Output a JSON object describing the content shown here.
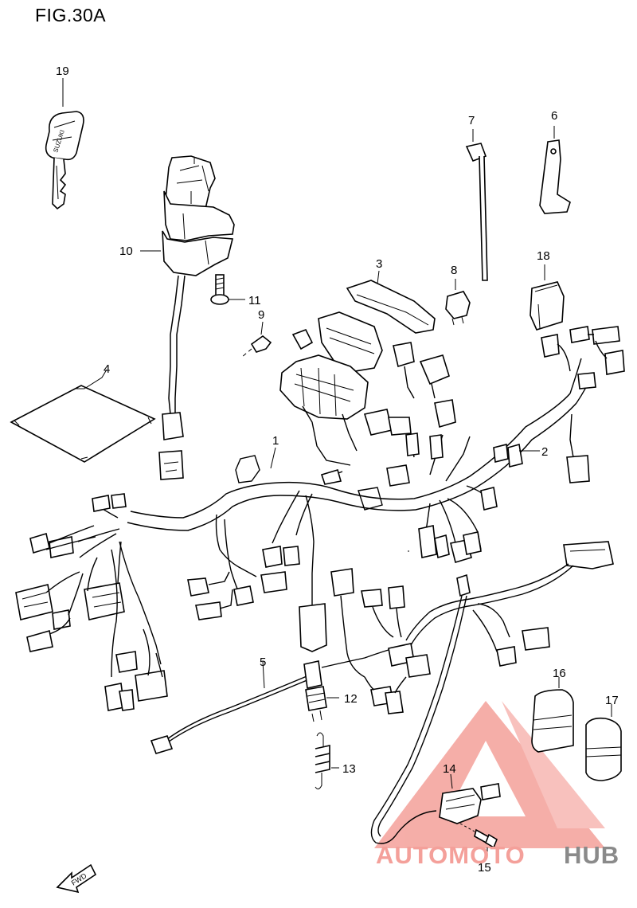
{
  "figure": {
    "title": "FIG.30A"
  },
  "callouts": [
    "1",
    "2",
    "3",
    "4",
    "5",
    "6",
    "7",
    "8",
    "9",
    "10",
    "11",
    "12",
    "13",
    "14",
    "15",
    "16",
    "17",
    "18",
    "19"
  ],
  "key_brand_text": "SUZUKI",
  "fwd_text": "FWD",
  "watermark": {
    "text_part1": "AUTOMOTO",
    "text_part2": "HUB",
    "color_primary": "#f4a09a",
    "color_secondary": "#8a8a8a"
  }
}
